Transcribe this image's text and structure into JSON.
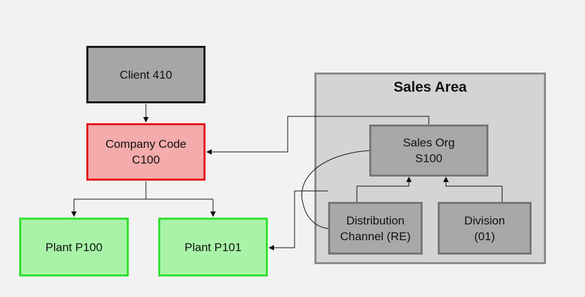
{
  "client": {
    "label": "Client 410"
  },
  "company_code": {
    "line1": "Company Code",
    "line2": "C100"
  },
  "plants": [
    {
      "label": "Plant P100"
    },
    {
      "label": "Plant P101"
    }
  ],
  "sales_area": {
    "title": "Sales Area",
    "sales_org": {
      "line1": "Sales Org",
      "line2": "S100"
    },
    "distribution_channel": {
      "line1": "Distribution",
      "line2": "Channel (RE)"
    },
    "division": {
      "line1": "Division",
      "line2": "(01)"
    }
  },
  "colors": {
    "background": "#f2f2f2",
    "client_fill": "#a6a6a6",
    "company_fill": "#f4abab",
    "company_border": "#e41b1b",
    "plant_fill": "#a9f3a9",
    "plant_border": "#33e133",
    "sales_area_fill": "#d4d4d4",
    "node_grey": "#a8a8a8"
  }
}
